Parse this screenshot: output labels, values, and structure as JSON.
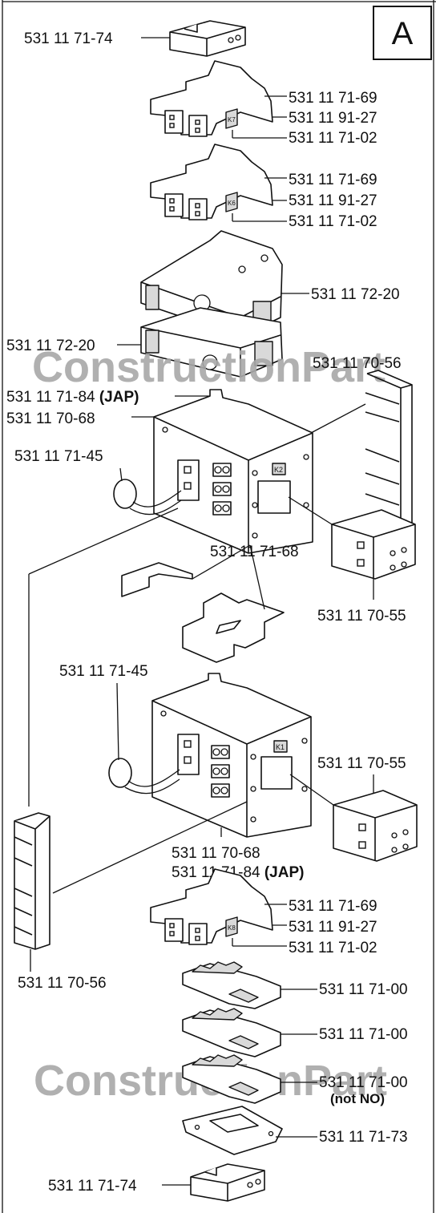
{
  "panel_letter": "A",
  "watermark": "ConstructionPart",
  "labels": {
    "top_cover": "531 11 71-74",
    "aux1_a": "531 11 71-69",
    "aux1_b": "531 11 91-27",
    "aux1_c": "531 11 71-02",
    "aux2_a": "531 11 71-69",
    "aux2_b": "531 11 91-27",
    "aux2_c": "531 11 71-02",
    "breaker_right": "531 11 72-20",
    "breaker_left": "531 11 72-20",
    "bus_top": "531 11 70-56",
    "k2_jap": "531 11 71-84",
    "k2_jap_tag": "(JAP)",
    "k2_main": "531 11 70-68",
    "suppressor_top": "531 11 71-45",
    "interlock": "531 11 71-68",
    "block_top": "531 11 70-55",
    "suppressor_mid": "531 11 71-45",
    "block_mid": "531 11 70-55",
    "k1_main": "531 11 70-68",
    "k1_jap": "531 11 71-84",
    "k1_jap_tag": "(JAP)",
    "aux3_a": "531 11 71-69",
    "aux3_b": "531 11 91-27",
    "aux3_c": "531 11 71-02",
    "bus_left": "531 11 70-56",
    "plate1": "531 11 71-00",
    "plate2": "531 11 71-00",
    "plate3": "531 11 71-00",
    "plate3_note": "(not NO)",
    "base_plate": "531 11 71-73",
    "bottom_cover": "531 11 71-74"
  },
  "contactor_tags": {
    "k2": "K2",
    "k1": "K1",
    "k7": "K7",
    "k6": "K6",
    "k8": "K8"
  }
}
